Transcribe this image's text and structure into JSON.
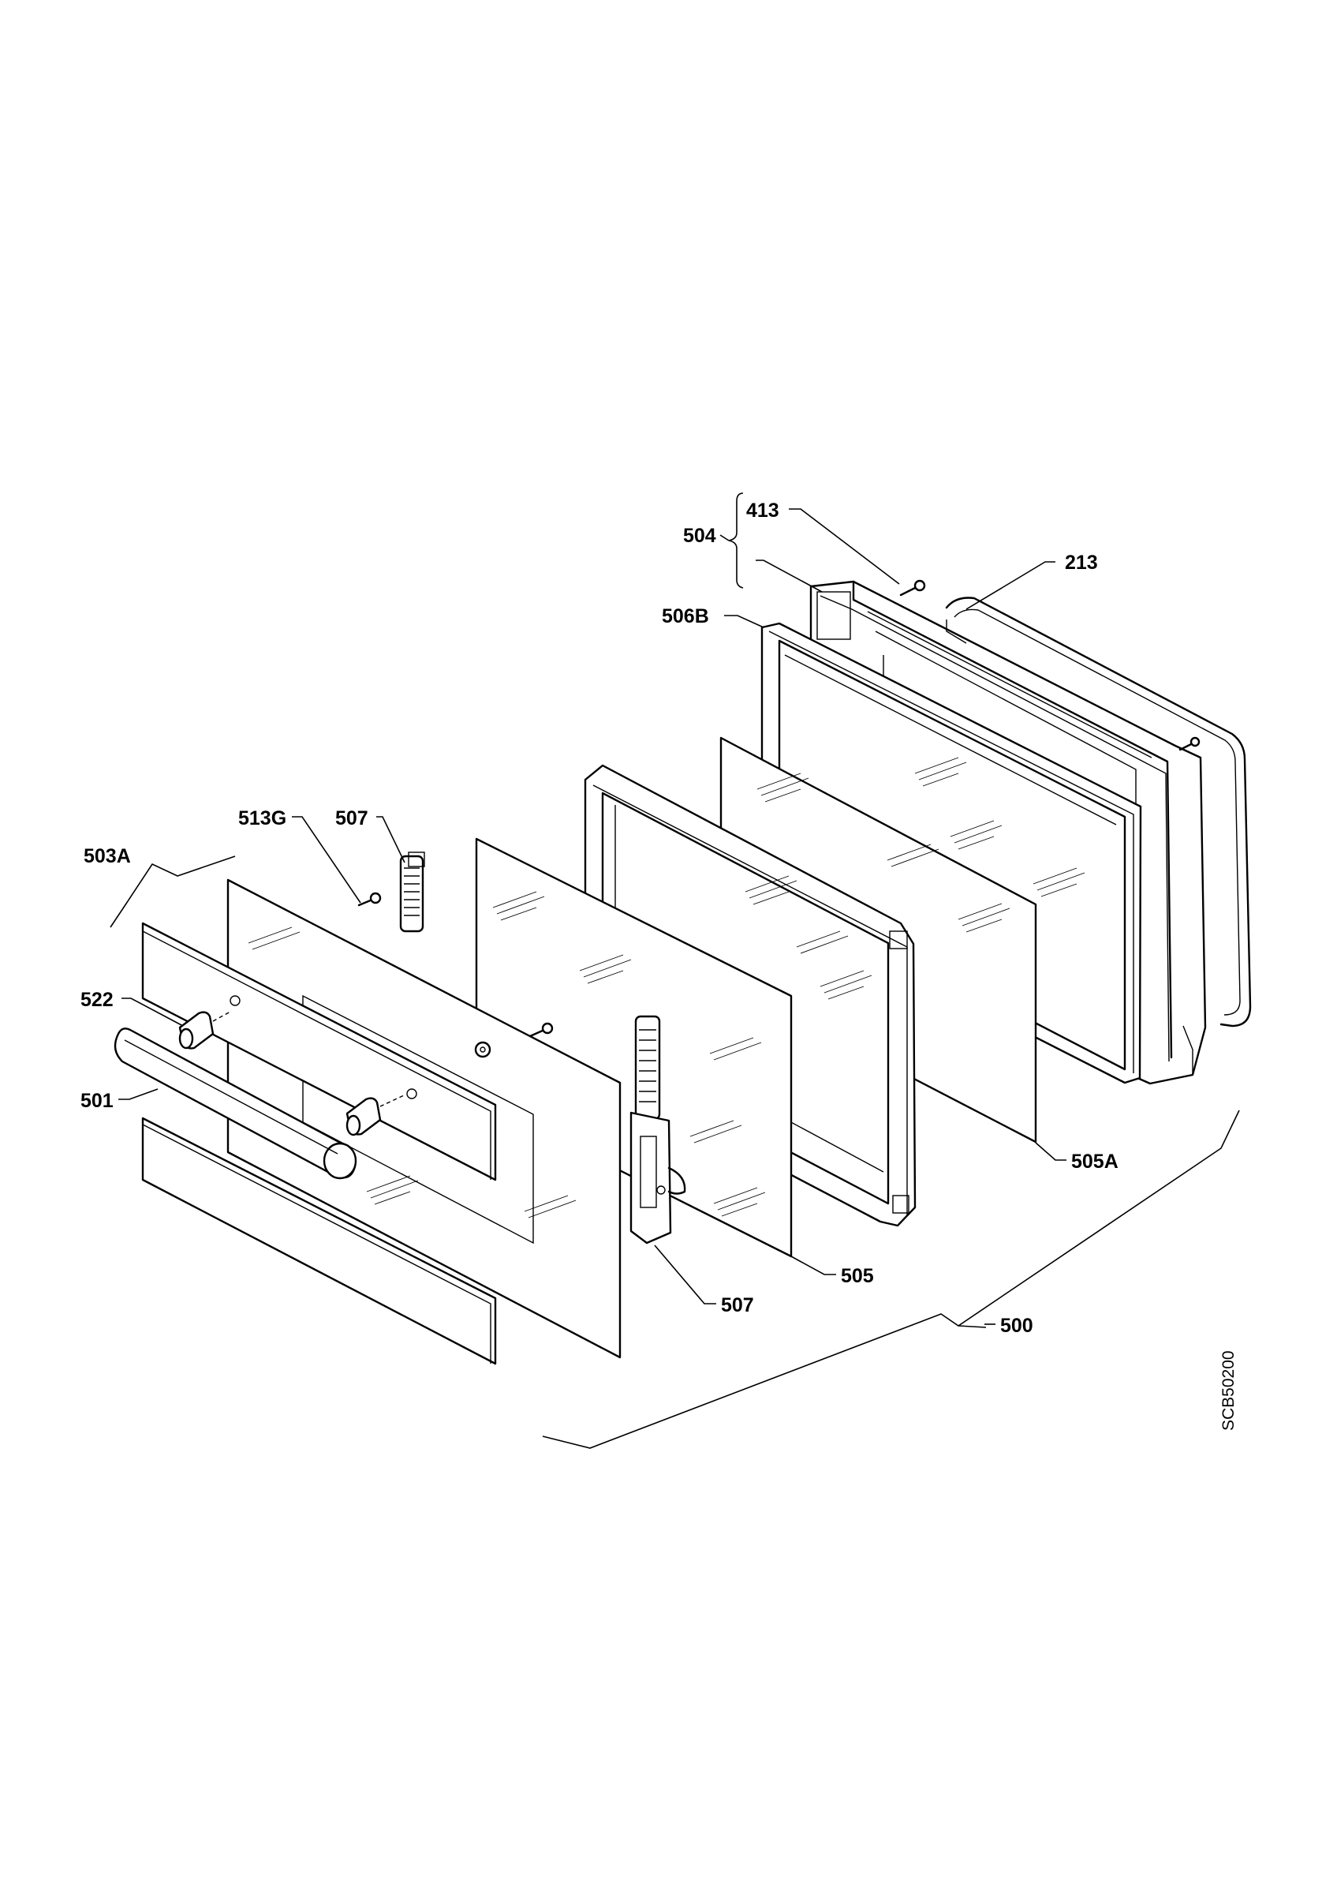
{
  "labels": {
    "l413": "413",
    "l504": "504",
    "l213": "213",
    "l506B": "506B",
    "l513G": "513G",
    "l507a": "507",
    "l503A": "503A",
    "l522": "522",
    "l501": "501",
    "l505A": "505A",
    "l505": "505",
    "l507b": "507",
    "l500": "500"
  },
  "drawing_code": "SCB50200"
}
